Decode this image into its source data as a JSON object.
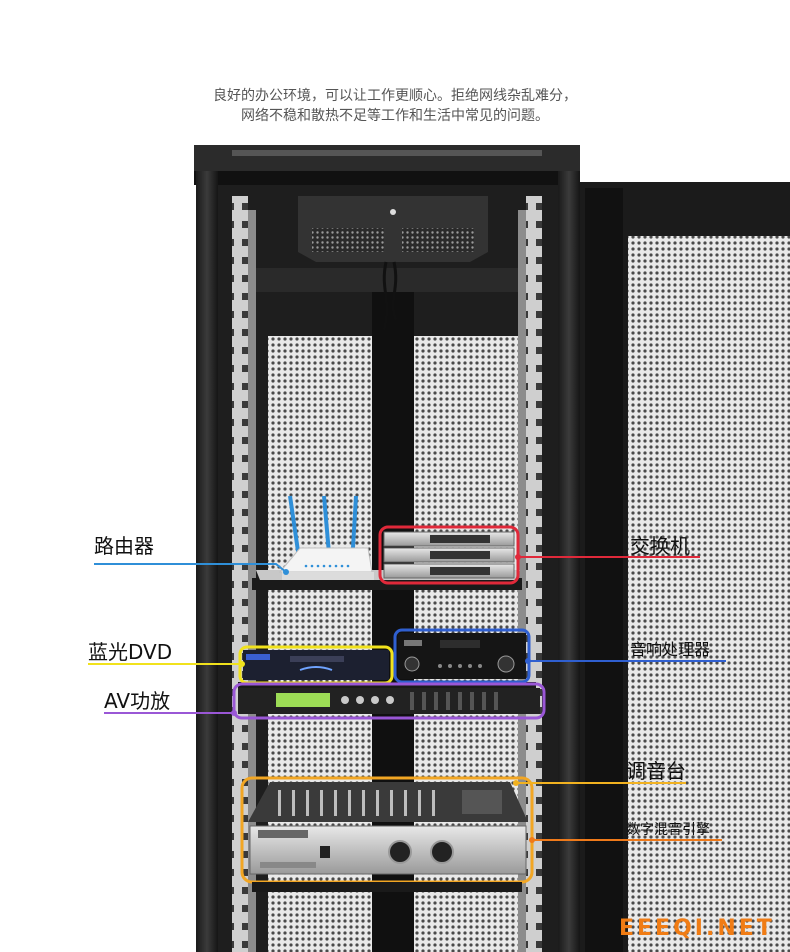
{
  "intro": {
    "line1": "良好的办公环境，可以让工作更顺心。拒绝网线杂乱难分，",
    "line2": "网络不稳和散热不足等工作和生活中常见的问题。"
  },
  "labels": {
    "router": "路由器",
    "switch": "交换机",
    "bluray": "蓝光DVD",
    "audio_processor": "音响处理器",
    "av_amp": "AV功放",
    "mixer": "调音台",
    "digital_engine": "数字混音引擎"
  },
  "colors": {
    "router": "#2f8fd8",
    "switch": "#e0293a",
    "bluray": "#f1e21c",
    "audio_processor": "#2f5fd0",
    "av_amp": "#9a57d6",
    "mixer": "#f2b220",
    "digital_engine": "#ef7a1a",
    "watermark": "#f07c14"
  },
  "watermark": "EEEQI.NET",
  "icons": [
    "wifi-router-icon",
    "network-switch-icon",
    "bluray-player-icon",
    "av-receiver-icon",
    "audio-processor-icon",
    "mixer-icon",
    "power-amplifier-icon",
    "fan-panel-icon"
  ]
}
